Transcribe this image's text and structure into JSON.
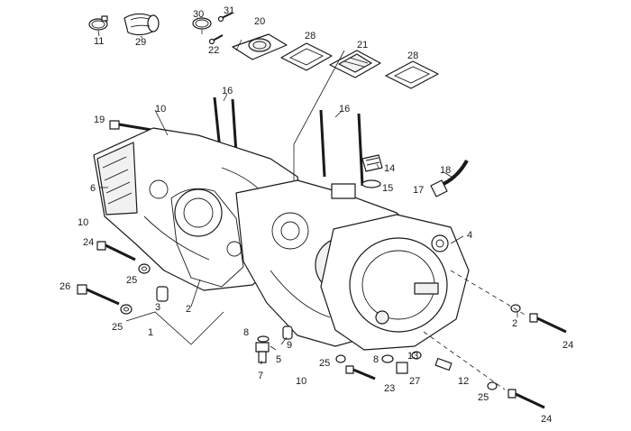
{
  "callouts": [
    {
      "id": "c11",
      "text": "11"
    },
    {
      "id": "c29",
      "text": "29"
    },
    {
      "id": "c30",
      "text": "30"
    },
    {
      "id": "c31",
      "text": "31"
    },
    {
      "id": "c20",
      "text": "20"
    },
    {
      "id": "c22",
      "text": "22"
    },
    {
      "id": "c28a",
      "text": "28"
    },
    {
      "id": "c21",
      "text": "21"
    },
    {
      "id": "c28b",
      "text": "28"
    },
    {
      "id": "c19",
      "text": "19"
    },
    {
      "id": "c10a",
      "text": "10"
    },
    {
      "id": "c16a",
      "text": "16"
    },
    {
      "id": "c16b",
      "text": "16"
    },
    {
      "id": "c14",
      "text": "14"
    },
    {
      "id": "c15",
      "text": "15"
    },
    {
      "id": "c18",
      "text": "18"
    },
    {
      "id": "c17",
      "text": "17"
    },
    {
      "id": "c6",
      "text": "6"
    },
    {
      "id": "c10b",
      "text": "10"
    },
    {
      "id": "c24a",
      "text": "24"
    },
    {
      "id": "c4",
      "text": "4"
    },
    {
      "id": "c25a",
      "text": "25"
    },
    {
      "id": "c26",
      "text": "26"
    },
    {
      "id": "c3",
      "text": "3"
    },
    {
      "id": "c2a",
      "text": "2"
    },
    {
      "id": "c25b",
      "text": "25"
    },
    {
      "id": "c1",
      "text": "1"
    },
    {
      "id": "c2b",
      "text": "2"
    },
    {
      "id": "c24b",
      "text": "24"
    },
    {
      "id": "c8a",
      "text": "8"
    },
    {
      "id": "c9",
      "text": "9"
    },
    {
      "id": "c5",
      "text": "5"
    },
    {
      "id": "c7",
      "text": "7"
    },
    {
      "id": "c10c",
      "text": "10"
    },
    {
      "id": "c25c",
      "text": "25"
    },
    {
      "id": "c8b",
      "text": "8"
    },
    {
      "id": "c13",
      "text": "13"
    },
    {
      "id": "c23",
      "text": "23"
    },
    {
      "id": "c27",
      "text": "27"
    },
    {
      "id": "c12",
      "text": "12"
    },
    {
      "id": "c25d",
      "text": "25"
    },
    {
      "id": "c24c",
      "text": "24"
    }
  ]
}
